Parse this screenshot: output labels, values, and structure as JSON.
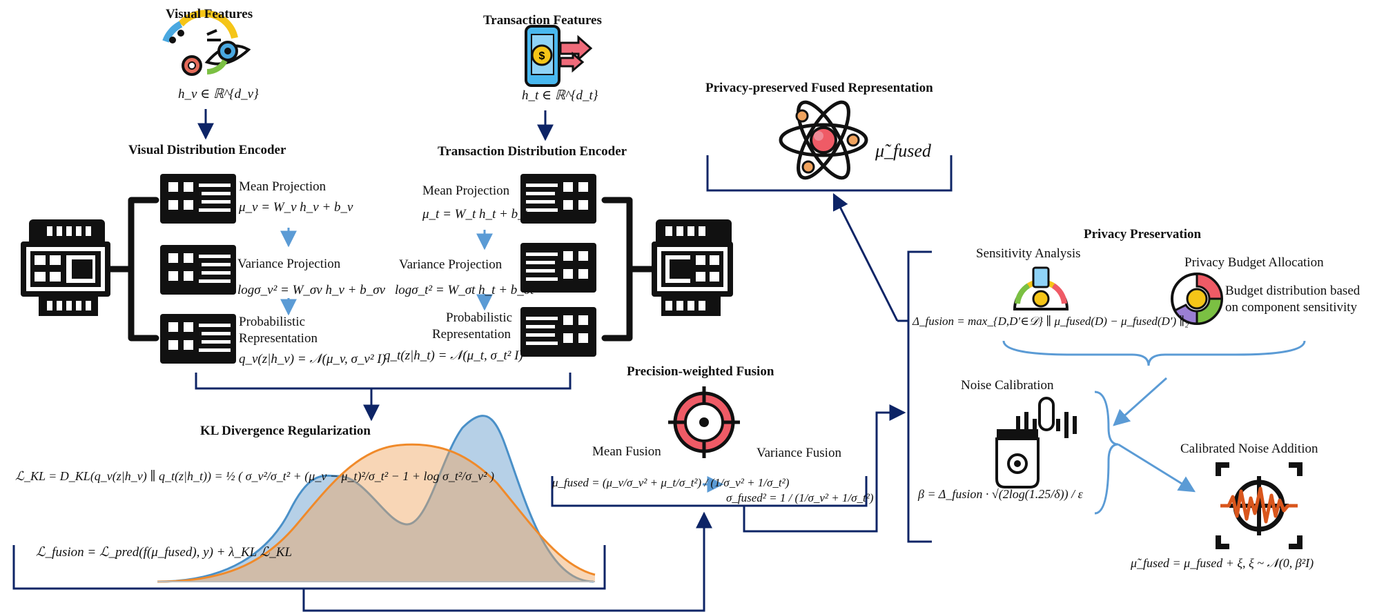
{
  "visual": {
    "title": "Visual Features",
    "feature_eq": "h_v ∈ ℝ^{d_v}",
    "encoder_title": "Visual Distribution Encoder",
    "mean_label": "Mean Projection",
    "mean_eq": "μ_v = W_v h_v + b_v",
    "var_label": "Variance Projection",
    "var_eq": "logσ_v² = W_σv h_v + b_σv",
    "prob_label_1": "Probabilistic",
    "prob_label_2": "Representation",
    "prob_eq": "q_v(z|h_v) = 𝒩(μ_v, σ_v² I)"
  },
  "transaction": {
    "title": "Transaction Features",
    "feature_eq": "h_t ∈ ℝ^{d_t}",
    "encoder_title": "Transaction Distribution  Encoder",
    "mean_label": "Mean Projection",
    "mean_eq": "μ_t = W_t h_t + b_t",
    "var_label": "Variance Projection",
    "var_eq": "logσ_t² = W_σt h_t + b_σt",
    "prob_label_1": "Probabilistic",
    "prob_label_2": "Representation",
    "prob_eq": "q_t(z|h_t) = 𝒩(μ_t, σ_t² I)"
  },
  "kl": {
    "title": "KL Divergence Regularization",
    "loss_eq": "ℒ_KL = D_KL(q_v(z|h_v) ∥ q_t(z|h_t)) = ½ ( σ_v²/σ_t² + (μ_v − μ_t)²/σ_t² − 1 + log σ_t²/σ_v² )",
    "fusion_eq": "ℒ_fusion = ℒ_pred(f(μ_fused), y) + λ_KL ℒ_KL"
  },
  "fusion": {
    "title": "Precision-weighted Fusion",
    "mean_label": "Mean Fusion",
    "var_label": "Variance Fusion",
    "mean_eq": "μ_fused = (μ_v/σ_v² + μ_t/σ_t²) / (1/σ_v² + 1/σ_t²)",
    "var_eq": "σ_fused² = 1 / (1/σ_v² + 1/σ_t²)"
  },
  "output": {
    "title": "Privacy-preserved Fused Representation",
    "symbol": "μ̃_fused"
  },
  "privacy": {
    "title": "Privacy Preservation",
    "sensitivity_label": "Sensitivity Analysis",
    "sensitivity_eq": "Δ_fusion = max_{D,D′∈𝒟} ∥ μ_fused(D) − μ_fused(D′) ∥₂",
    "budget_label": "Privacy Budget Allocation",
    "budget_desc_1": "Budget distribution based",
    "budget_desc_2": "on component sensitivity",
    "noise_label": "Noise Calibration",
    "noise_eq": "β = Δ_fusion · √(2log(1.25/δ)) / ε",
    "calibrated_label": "Calibrated Noise Addition",
    "calibrated_eq": "μ̃_fused = μ_fused + ξ,   ξ ~ 𝒩(0, β²I)"
  },
  "colors": {
    "navy": "#0d2466",
    "light_blue": "#5b9bd5",
    "dist_blue": "#a9c8e3",
    "dist_orange": "#f0a35e",
    "target_red": "#ef5b66",
    "noise_orange": "#d9561c"
  },
  "icons": [
    "eye-gear-icon",
    "phone-transaction-icon",
    "server-icon",
    "atom-icon",
    "target-icon",
    "gauge-icon",
    "pie-budget-icon",
    "microphone-icon",
    "noise-frame-icon"
  ]
}
